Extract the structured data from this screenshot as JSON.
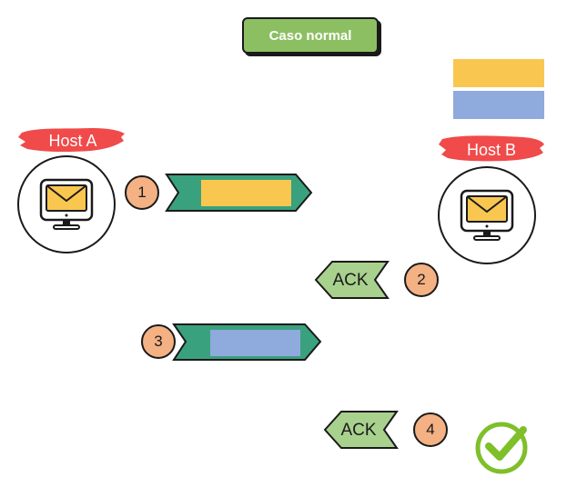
{
  "title": "Caso normal",
  "hosts": {
    "a": {
      "label": "Host A"
    },
    "b": {
      "label": "Host B"
    }
  },
  "legend": [
    {
      "color": "#f9c74f"
    },
    {
      "color": "#8faadc"
    }
  ],
  "steps": [
    {
      "number": "1",
      "kind": "data",
      "direction": "A-to-B",
      "payload_color": "#f9c74f"
    },
    {
      "number": "2",
      "kind": "ack",
      "label": "ACK",
      "direction": "B-to-A"
    },
    {
      "number": "3",
      "kind": "data",
      "direction": "A-to-B",
      "payload_color": "#8faadc"
    },
    {
      "number": "4",
      "kind": "ack",
      "label": "ACK",
      "direction": "B-to-A"
    }
  ],
  "colors": {
    "segment_arrow": "#3aa17e",
    "ack_arrow": "#a9d18e",
    "host_label_bg": "#f04a4a",
    "step_badge": "#f4b183",
    "title_badge": "#8cbf62",
    "check": "#7fbf2a",
    "monitor_screen": "#f9c74f"
  },
  "icons": {
    "host": "monitor-envelope-icon",
    "success": "checkmark-icon"
  }
}
